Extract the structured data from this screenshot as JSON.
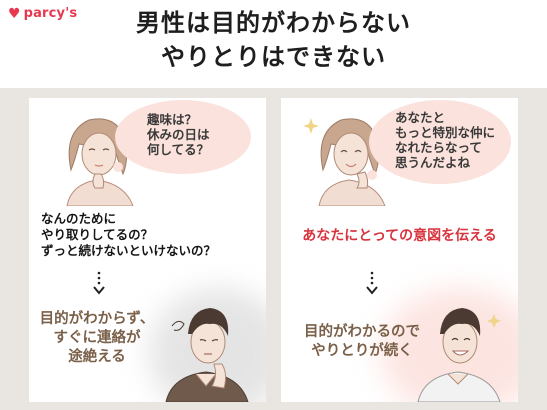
{
  "brand": {
    "logo_text": "parcy's",
    "accent": "#e8384f"
  },
  "title": {
    "line1": "男性は目的がわからない",
    "line2": "やりとりはできない"
  },
  "left_panel": {
    "bubble_lines": [
      "趣味は？",
      "休みの日は",
      "何してる？"
    ],
    "question_lines": [
      "なんのために",
      "やり取りしてるの？",
      "ずっと続けないといけないの？"
    ],
    "result_lines": [
      "目的がわからず、",
      "すぐに連絡が",
      "途絶える"
    ],
    "result_color": "#7a6049"
  },
  "right_panel": {
    "bubble_lines": [
      "あなたと",
      "もっと特別な仲に",
      "なれたらなって",
      "思うんだよね"
    ],
    "intent_text": "あなたにとっての意図を伝える",
    "intent_color": "#d8343f",
    "result_lines": [
      "目的がわかるので",
      "やりとりが続く"
    ],
    "result_color": "#7a6049"
  }
}
